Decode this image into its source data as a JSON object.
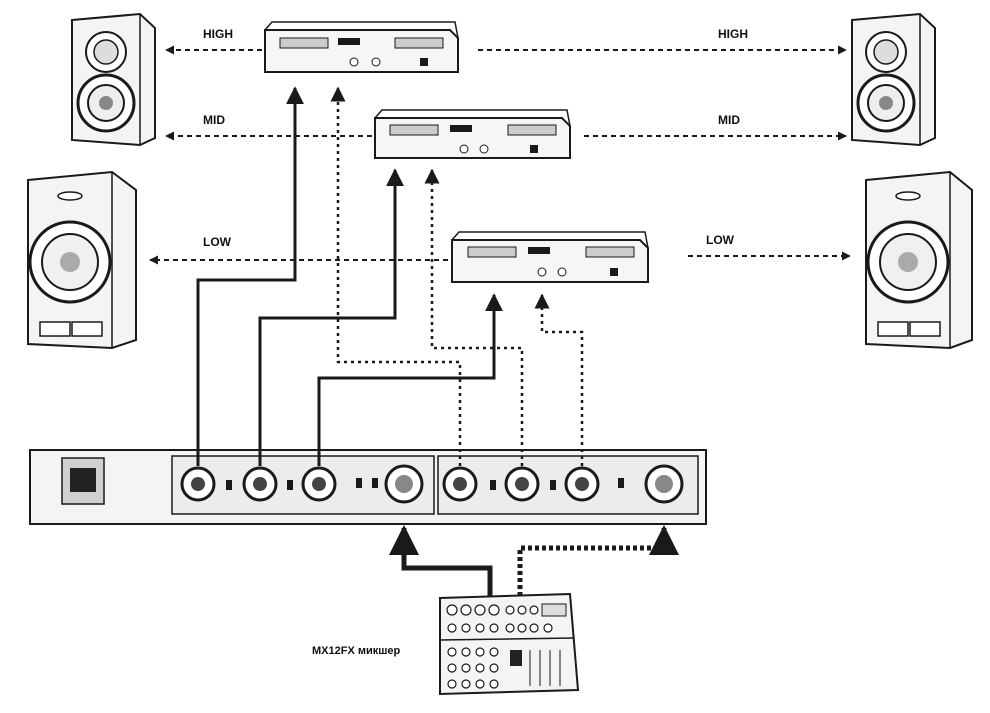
{
  "labels": {
    "high_left": "HIGH",
    "high_right": "HIGH",
    "mid_left": "MID",
    "mid_right": "MID",
    "low_left": "LOW",
    "low_right": "LOW",
    "mixer": "MX12FX микшер"
  },
  "colors": {
    "ink": "#1a1a1a",
    "panel": "#f2f2f2",
    "panel_dark": "#d8d8d8",
    "paper": "#ffffff"
  },
  "icons": {
    "speaker": "studio-monitor-icon",
    "amplifier": "power-amplifier-icon",
    "crossover": "crossover-unit-icon",
    "mixer": "mixer-icon",
    "xlr": "xlr-connector-icon"
  }
}
